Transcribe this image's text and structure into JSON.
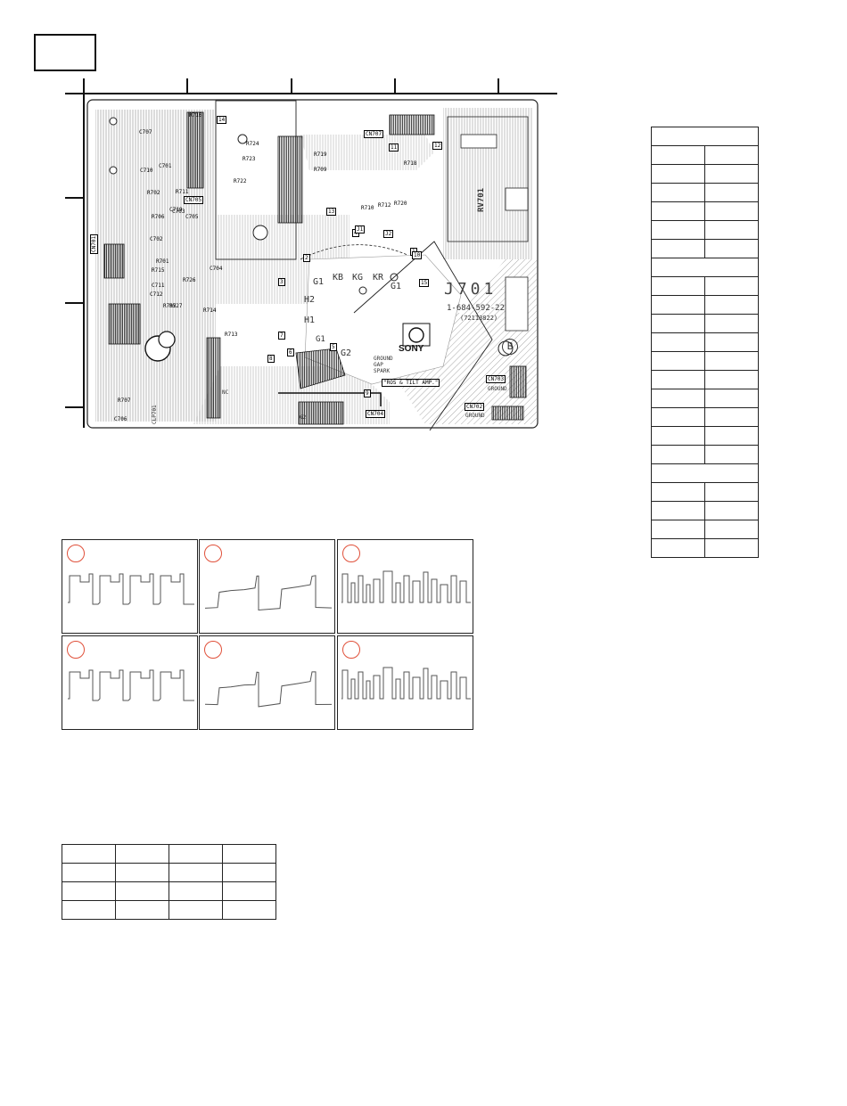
{
  "board": {
    "component_labels": [
      "R716",
      "R711",
      "C719",
      "R726",
      "C711",
      "R715",
      "R701",
      "R727",
      "R702",
      "R706",
      "C703",
      "C702",
      "C704",
      "R705",
      "R713",
      "R714",
      "C710",
      "C701",
      "C712",
      "R707",
      "C706",
      "R722",
      "R723",
      "R724",
      "R719",
      "R709",
      "R718",
      "R712",
      "R710",
      "R720",
      "C707",
      "C705"
    ],
    "connectors": [
      {
        "id": "cn707",
        "label": "CN707"
      },
      {
        "id": "cn705",
        "label": "CN705"
      },
      {
        "id": "cn701",
        "label": "CN701"
      },
      {
        "id": "cn703",
        "label": "CN703"
      },
      {
        "id": "cn702",
        "label": "CN702"
      },
      {
        "id": "cn704",
        "label": "CN704"
      }
    ],
    "pads": {
      "kb": "KB",
      "kg": "KG",
      "kr": "KR",
      "g1a": "G1",
      "g1b": "G1",
      "g1c": "G1",
      "h1": "H1",
      "h2": "H2",
      "g2a": "G2",
      "g2b": "G2",
      "j1": "J1",
      "j2": "J2"
    },
    "jumper_code": "J701",
    "part_number": "1-684-592-22",
    "serial": "(72113822)",
    "brand": "SONY",
    "rv_label": "RV701",
    "ground_spark": [
      "GROUND",
      "GAP",
      "SPARK"
    ],
    "ground_label": "GROUND",
    "ground_label2": "GROUND",
    "ampl_label": "\"ROS & TILT AMP.\"",
    "clp_label": "CLP701",
    "nc_label": "NC",
    "board_letter": "B",
    "numbers": [
      "1",
      "2",
      "3",
      "4",
      "5",
      "6",
      "7",
      "8",
      "9",
      "10",
      "11",
      "12",
      "13",
      "14",
      "15"
    ]
  },
  "waveforms": [
    {
      "id": 1,
      "pattern": "square"
    },
    {
      "id": 2,
      "pattern": "step"
    },
    {
      "id": 3,
      "pattern": "burst"
    },
    {
      "id": 4,
      "pattern": "square"
    },
    {
      "id": 5,
      "pattern": "step"
    },
    {
      "id": 6,
      "pattern": "burst"
    }
  ],
  "colors": {
    "marker": "#e0503a",
    "line": "#222",
    "trace": "#555"
  }
}
